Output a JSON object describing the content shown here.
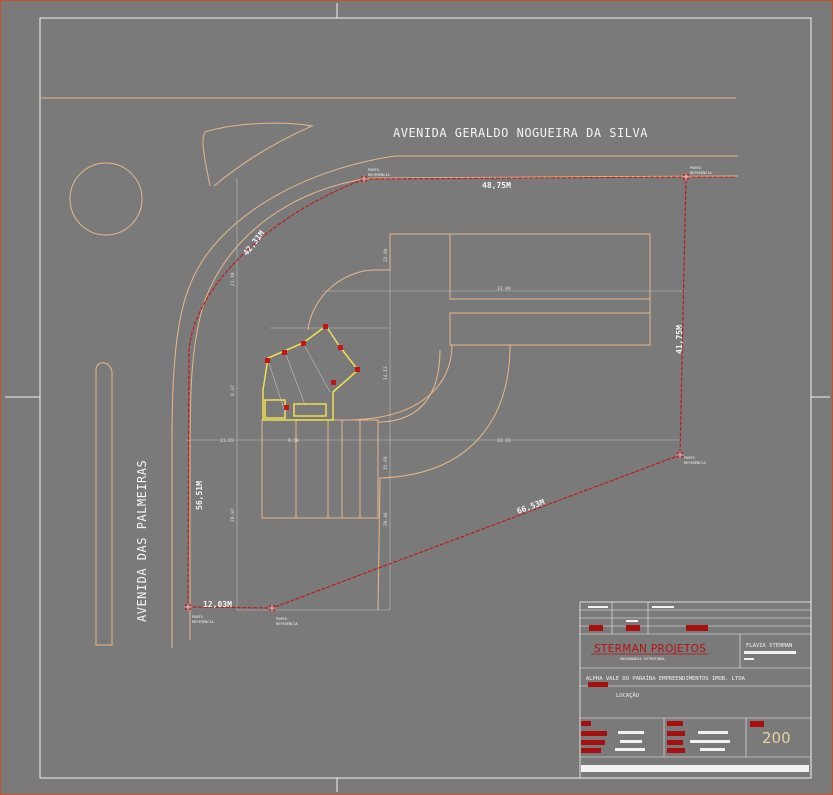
{
  "streets": {
    "top": "AVENIDA GERALDO NOGUEIRA DA SILVA",
    "left": "AVENIDA DAS PALMEIRAS"
  },
  "measurements": {
    "top_edge": "48,75M",
    "diagonal_nw": "42,31M",
    "right_edge": "41,75M",
    "left_edge": "56,51M",
    "bottom_short": "12,03M",
    "bottom_diagonal": "66,53M"
  },
  "reference_point": {
    "line1": "PONTO",
    "line2": "REFERÊNCIA"
  },
  "inner_dimensions": {
    "d1": "22.94",
    "d2": "33.09",
    "d3": "14.13",
    "d4": "8.37",
    "d5": "15.68",
    "d6": "11.65",
    "d7": "9.50",
    "d8": "33.33",
    "d9": "28.97",
    "d10": "20.46",
    "d11": "21.18"
  },
  "title_block": {
    "company": "STERMAN PROJETOS",
    "company_sub": "ENGENHARIA ESTRUTURAL",
    "engineer": "FLÁVIA STERMAN",
    "client": "ALPHA VALE DO PARAÍBA EMPREENDIMENTOS IMOB. LTDA",
    "drawing": "LOCAÇÃO",
    "sheet_number": "200"
  },
  "colors": {
    "background": "#7a7a7a",
    "outline": "#e8b888",
    "property_line": "#c41414",
    "building": "#f0e050"
  }
}
